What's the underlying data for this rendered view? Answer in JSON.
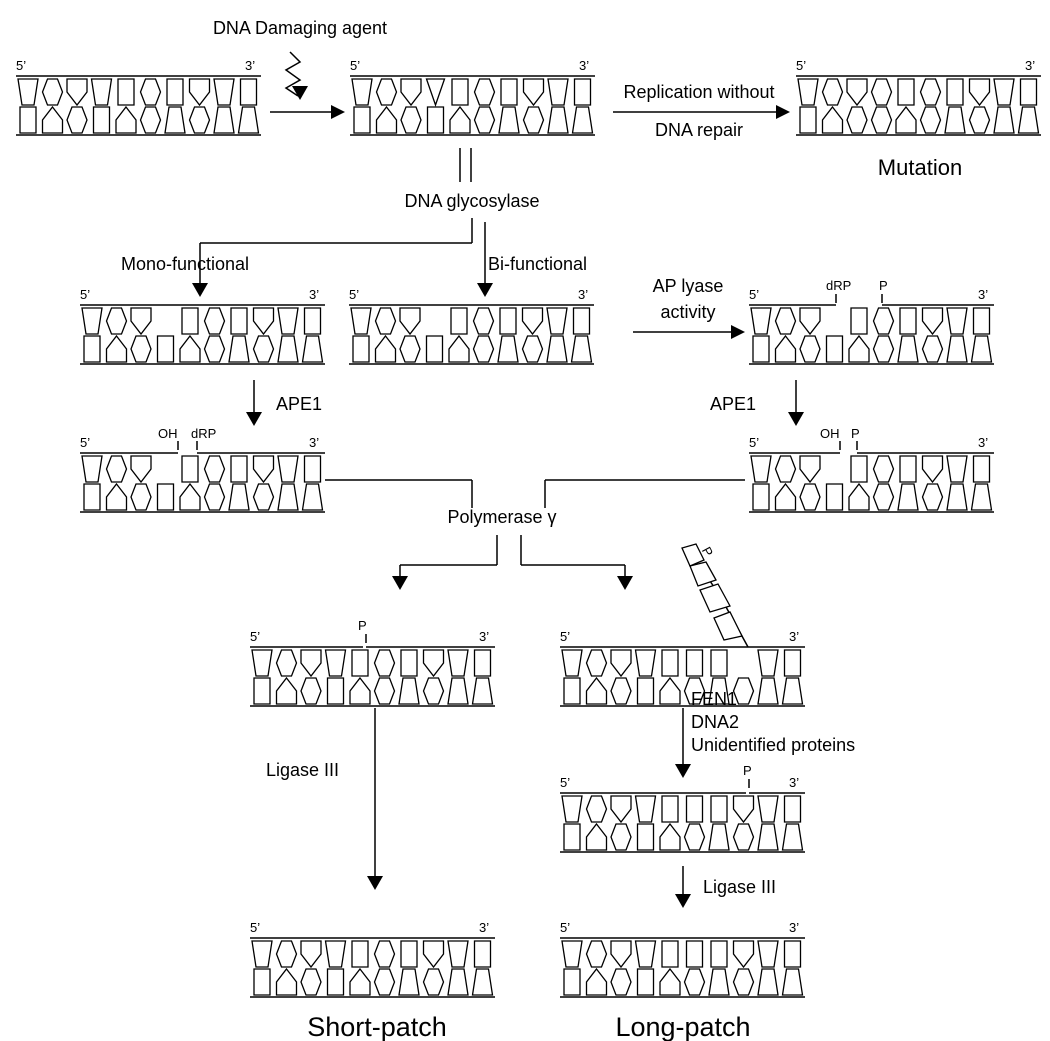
{
  "colors": {
    "ink": "#000000",
    "lesion": "#888888",
    "background": "#ffffff"
  },
  "strand": {
    "five_prime": "5’",
    "three_prime": "3’"
  },
  "labels": {
    "damaging_agent": "DNA Damaging agent",
    "replication_line1": "Replication without",
    "replication_line2": "DNA repair",
    "mutation": "Mutation",
    "glycosylase": "DNA glycosylase",
    "mono_functional": "Mono-functional",
    "bi_functional": "Bi-functional",
    "ap_lyase_line1": "AP lyase",
    "ap_lyase_line2": "activity",
    "ape1_left": "APE1",
    "ape1_right": "APE1",
    "polymerase": "Polymerase γ",
    "fen1": "FEN1",
    "dna2": "DNA2",
    "unidentified": "Unidentified proteins",
    "ligase_left": "Ligase III",
    "ligase_right": "Ligase III",
    "short_patch": "Short-patch",
    "long_patch": "Long-patch"
  },
  "end_labels": {
    "oh": "OH",
    "drp": "dRP",
    "p": "P"
  }
}
